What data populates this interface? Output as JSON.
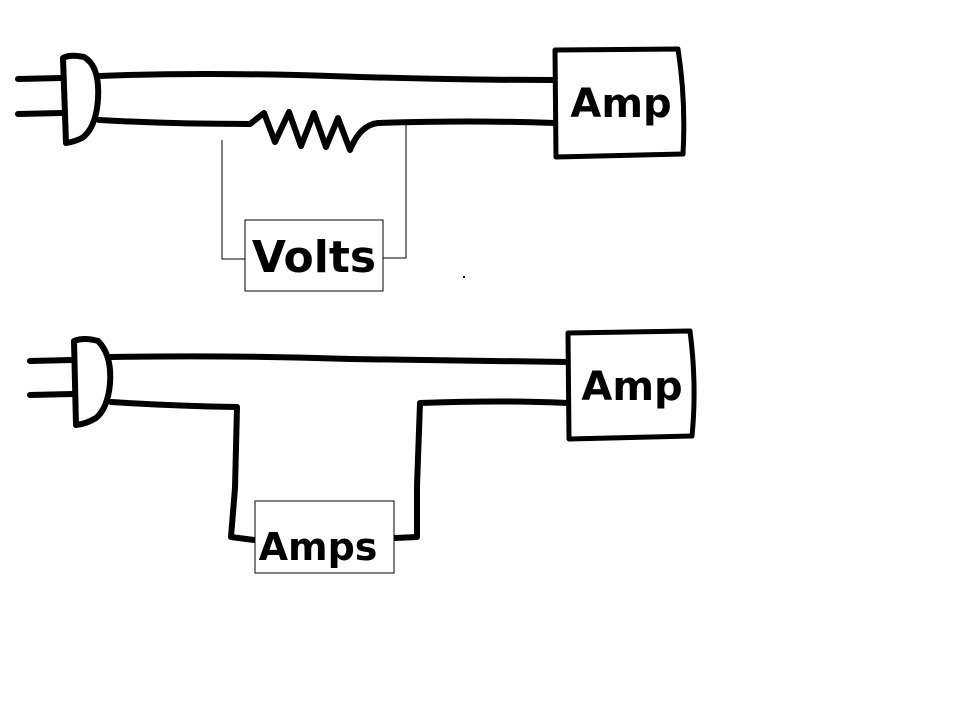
{
  "diagrams": [
    {
      "amp_label": "Amp",
      "meter_label": "Volts"
    },
    {
      "amp_label": "Amp",
      "meter_label": "Amps"
    }
  ]
}
